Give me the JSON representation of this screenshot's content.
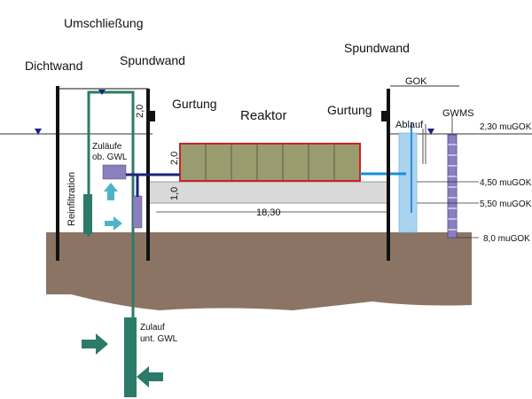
{
  "labels": {
    "enclosure": "Umschließung",
    "slurry_wall": "Dichtwand",
    "sheet_pile_left": "Spundwand",
    "sheet_pile_right": "Spundwand",
    "waling_left": "Gurtung",
    "waling_right": "Gurtung",
    "reactor": "Reaktor",
    "reinfiltration": "Reinfiltration",
    "inflows_upper_line1": "Zuläufe",
    "inflows_upper_line2": "ob. GWL",
    "inflow_lower_line1": "Zulauf",
    "inflow_lower_line2": "unt. GWL",
    "outflow": "Ablauf",
    "gok": "GOK",
    "gwms": "GWMS"
  },
  "dimensions": {
    "left_wall_top": "2,0",
    "reactor_height": "2,0",
    "base_thickness": "1,0",
    "reactor_length": "18,30"
  },
  "depths": [
    "2,30 muGOK",
    "4,50 muGOK",
    "5,50 muGOK",
    "8,0 muGOK"
  ],
  "colors": {
    "ground": "#8c7464",
    "reactor_fill": "#9a9c70",
    "reactor_border": "#cc2222",
    "base_slab": "#d9d9d9",
    "outflow_pipe": "#a8d4f0",
    "inflow_pipe": "#2c7a68",
    "arrow": "#2c7a68",
    "arrow_light": "#4fb3c8",
    "water_marker": "#1a237e",
    "gwms_tube": "#8a7fbf",
    "feed_pipe": "#1a237e"
  }
}
